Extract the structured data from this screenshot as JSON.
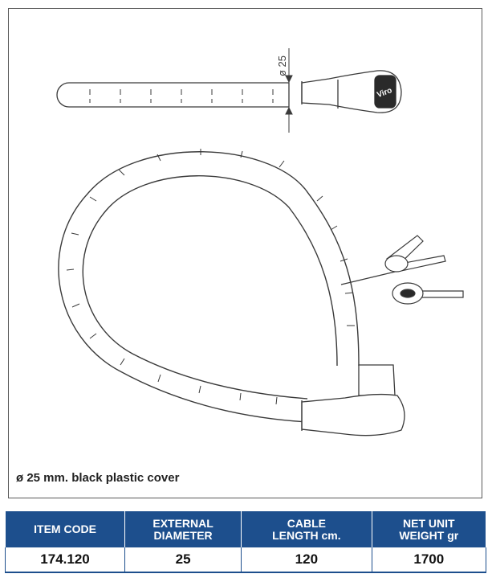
{
  "drawing": {
    "dimension_label": "ø 25",
    "brand_label": "Viro"
  },
  "caption": "ø 25 mm. black plastic cover",
  "table": {
    "headers": [
      {
        "line1": "ITEM CODE",
        "line2": ""
      },
      {
        "line1": "EXTERNAL",
        "line2": "DIAMETER"
      },
      {
        "line1": "CABLE",
        "line2": "LENGTH cm."
      },
      {
        "line1": "NET UNIT",
        "line2": "WEIGHT gr"
      }
    ],
    "row": [
      "174.120",
      "25",
      "120",
      "1700"
    ]
  },
  "colors": {
    "header_bg": "#1d4f8d",
    "line": "#3a3a3a"
  }
}
